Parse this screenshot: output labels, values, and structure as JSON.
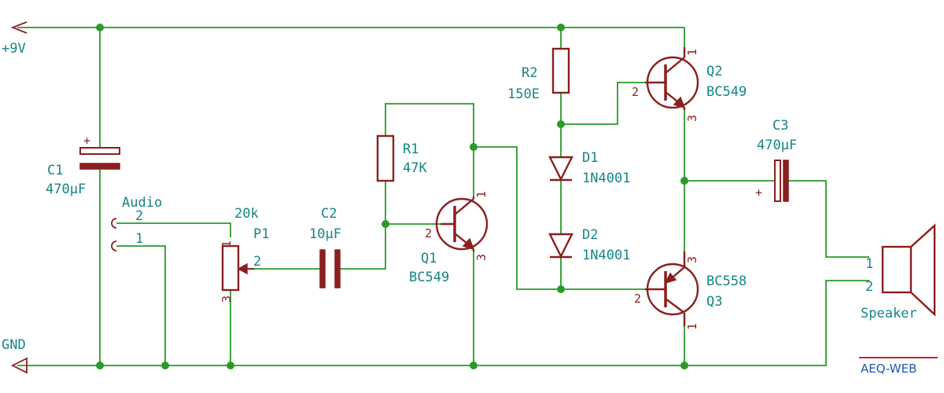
{
  "power": {
    "vcc_label": "+9V",
    "gnd_label": "GND"
  },
  "components": {
    "c1": {
      "ref": "C1",
      "value": "470µF",
      "polarity": "+"
    },
    "audio": {
      "ref": "Audio",
      "pin2": "2",
      "pin1": "1"
    },
    "p1": {
      "ref": "P1",
      "value": "20k",
      "pin1": "1",
      "pin2": "2",
      "pin3": "3"
    },
    "c2": {
      "ref": "C2",
      "value": "10µF"
    },
    "r1": {
      "ref": "R1",
      "value": "47K"
    },
    "q1": {
      "ref": "Q1",
      "value": "BC549",
      "pin1": "1",
      "pin2": "2",
      "pin3": "3"
    },
    "r2": {
      "ref": "R2",
      "value": "150E"
    },
    "d1": {
      "ref": "D1",
      "value": "1N4001"
    },
    "d2": {
      "ref": "D2",
      "value": "1N4001"
    },
    "q2": {
      "ref": "Q2",
      "value": "BC549",
      "pin1": "1",
      "pin2": "2",
      "pin3": "3"
    },
    "q3": {
      "ref": "Q3",
      "value": "BC558",
      "pin1": "1",
      "pin2": "2",
      "pin3": "3"
    },
    "c3": {
      "ref": "C3",
      "value": "470µF",
      "polarity": "+"
    },
    "speaker": {
      "ref": "Speaker",
      "pin1": "1",
      "pin2": "2"
    }
  },
  "brand": {
    "text": "AEQ-WEB"
  },
  "colors": {
    "wire": "#2a9a2a",
    "component": "#8a1f1f",
    "label": "#168585",
    "brand": "#1d57b5"
  }
}
